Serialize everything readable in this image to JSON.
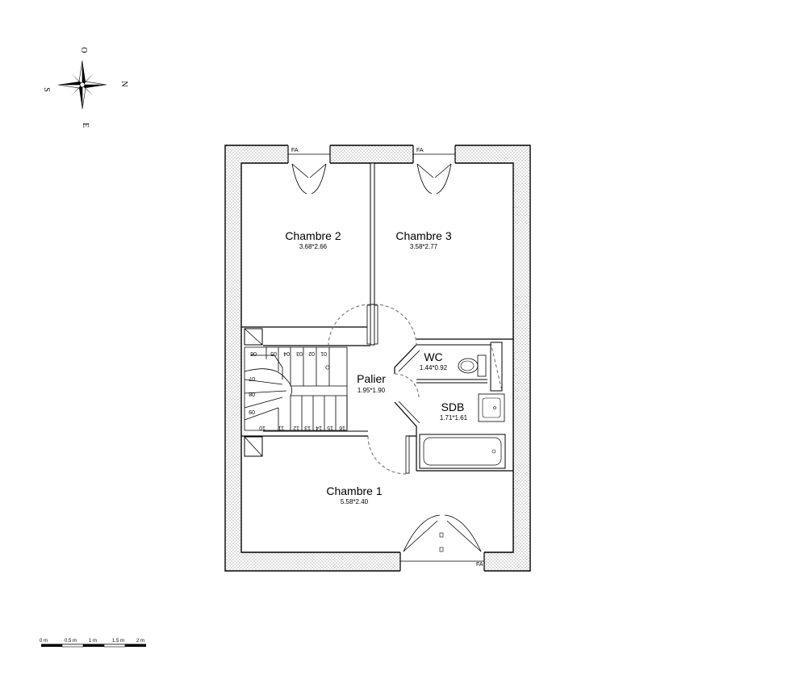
{
  "compass": {
    "north": "N",
    "south": "S",
    "east": "E",
    "west": "O"
  },
  "rooms": {
    "chambre2": {
      "name": "Chambre 2",
      "dims": "3.68*2.66"
    },
    "chambre3": {
      "name": "Chambre 3",
      "dims": "3.58*2.77"
    },
    "wc": {
      "name": "WC",
      "dims": "1.44*0.92"
    },
    "palier": {
      "name": "Palier",
      "dims": "1.95*1.90"
    },
    "sdb": {
      "name": "SDB",
      "dims": "1.71*1.61"
    },
    "chambre1": {
      "name": "Chambre 1",
      "dims": "5.58*2.40"
    }
  },
  "windows": {
    "fa_left": "FA",
    "fa_right": "FA",
    "fa_bottom": "FA"
  },
  "stairs": {
    "top": [
      "06",
      "05",
      "04",
      "03",
      "02",
      "01"
    ],
    "bottom": [
      "10",
      "11",
      "12",
      "13",
      "14",
      "15",
      "16"
    ],
    "left": [
      "07",
      "08",
      "09"
    ]
  },
  "scale": [
    "0 m",
    "0.5 m",
    "1 m",
    "1.5 m",
    "2 m"
  ]
}
